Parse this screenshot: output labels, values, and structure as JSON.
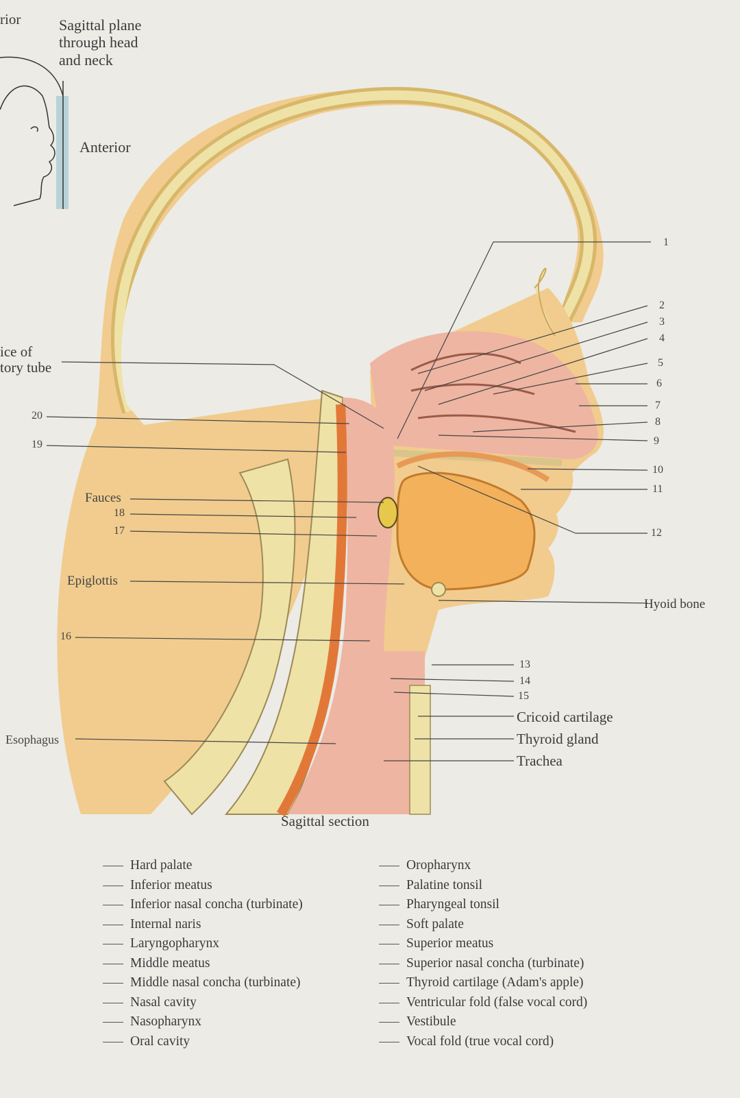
{
  "header": {
    "corner_left": "rior",
    "plane_title": "Sagittal plane\nthrough head\nand neck",
    "anterior": "Anterior"
  },
  "cut_labels": {
    "auditory_tube": "ice of\ntory tube"
  },
  "left_labels": [
    {
      "id": "20",
      "text": "20"
    },
    {
      "id": "19",
      "text": "19"
    },
    {
      "id": "fauces",
      "text": "Fauces"
    },
    {
      "id": "18",
      "text": "18"
    },
    {
      "id": "17",
      "text": "17"
    },
    {
      "id": "epiglottis",
      "text": "Epiglottis"
    },
    {
      "id": "16",
      "text": "16"
    },
    {
      "id": "esophagus",
      "text": "Esophagus"
    }
  ],
  "right_numbers": [
    "1",
    "2",
    "3",
    "4",
    "5",
    "6",
    "7",
    "8",
    "9",
    "10",
    "11",
    "12"
  ],
  "right_named": {
    "hyoid": "Hyoid bone",
    "n13": "13",
    "n14": "14",
    "n15": "15",
    "cricoid": "Cricoid cartilage",
    "thyroid": "Thyroid gland",
    "trachea": "Trachea"
  },
  "caption": "Sagittal section",
  "worksheet": {
    "left_column": [
      "Hard palate",
      "Inferior meatus",
      "Inferior nasal concha (turbinate)",
      "Internal naris",
      "Laryngopharynx",
      "Middle meatus",
      "Middle nasal concha (turbinate)",
      "Nasal cavity",
      "Nasopharynx",
      "Oral cavity"
    ],
    "right_column": [
      "Oropharynx",
      "Palatine tonsil",
      "Pharyngeal tonsil",
      "Soft palate",
      "Superior meatus",
      "Superior nasal concha (turbinate)",
      "Thyroid cartilage (Adam's apple)",
      "Ventricular fold (false vocal cord)",
      "Vestibule",
      "Vocal fold (true vocal cord)"
    ]
  },
  "colors": {
    "background": "#ecebe6",
    "skin": "#f1cc8e",
    "bone": "#efe2a6",
    "mucosa": "#eeb5a2",
    "muscle": "#e79a55",
    "tongue": "#f2b15a",
    "line": "#444444"
  }
}
